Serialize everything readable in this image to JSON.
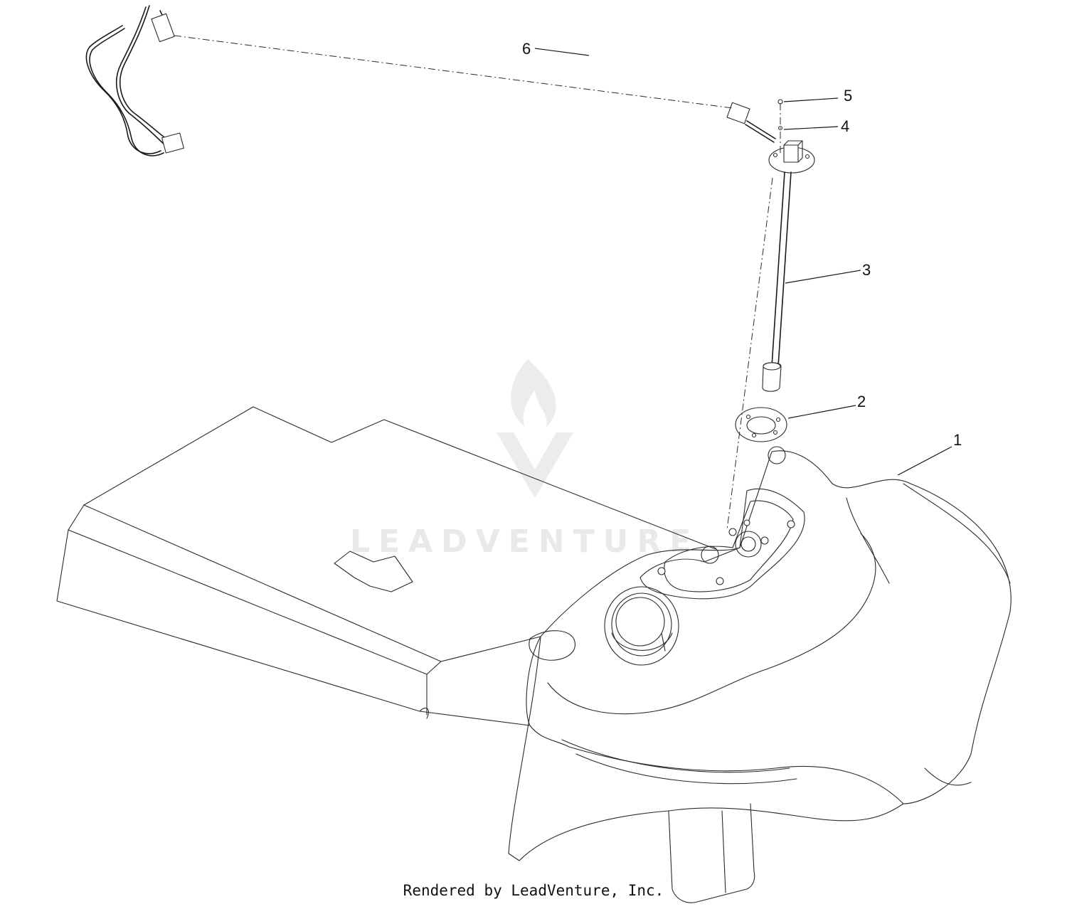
{
  "watermark": {
    "text": "LEADVENTURE"
  },
  "callouts": [
    {
      "label": "1"
    },
    {
      "label": "2"
    },
    {
      "label": "3"
    },
    {
      "label": "4"
    },
    {
      "label": "5"
    },
    {
      "label": "6"
    }
  ],
  "footer": {
    "credit": "Rendered by LeadVenture, Inc."
  }
}
